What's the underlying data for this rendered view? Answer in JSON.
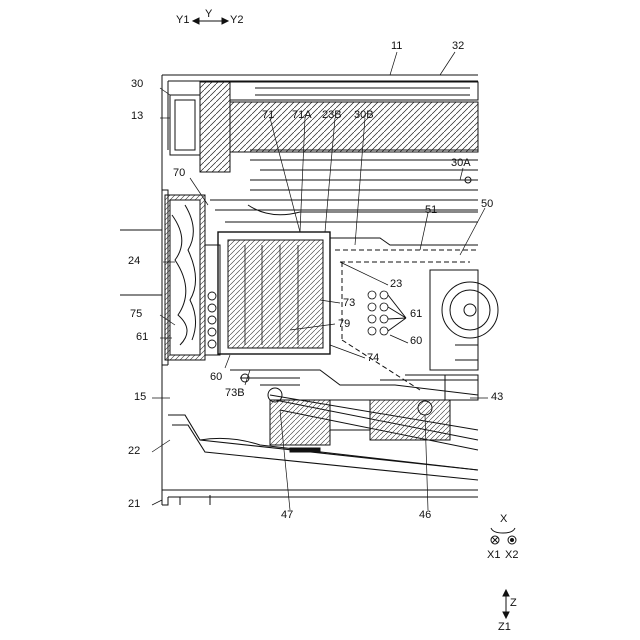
{
  "figure": {
    "axis_y_top": "Y",
    "axis_y1": "Y1",
    "axis_y2": "Y2",
    "axis_x_top": "X",
    "axis_x1": "X1",
    "axis_x2": "X2",
    "axis_z": "Z",
    "axis_z1": "Z1",
    "labels": {
      "l11": "11",
      "l32": "32",
      "l30": "30",
      "l13": "13",
      "l71": "71",
      "l71A": "71A",
      "l23B": "23B",
      "l30B": "30B",
      "l30A": "30A",
      "l70": "70",
      "l51": "51",
      "l50": "50",
      "l24": "24",
      "l23": "23",
      "l73": "73",
      "l79": "79",
      "l75": "75",
      "l61a": "61",
      "l61b": "61",
      "l60a": "60",
      "l60b": "60",
      "l74": "74",
      "l73B": "73B",
      "l15": "15",
      "l43": "43",
      "l22": "22",
      "l21": "21",
      "l47": "47",
      "l46": "46"
    }
  }
}
